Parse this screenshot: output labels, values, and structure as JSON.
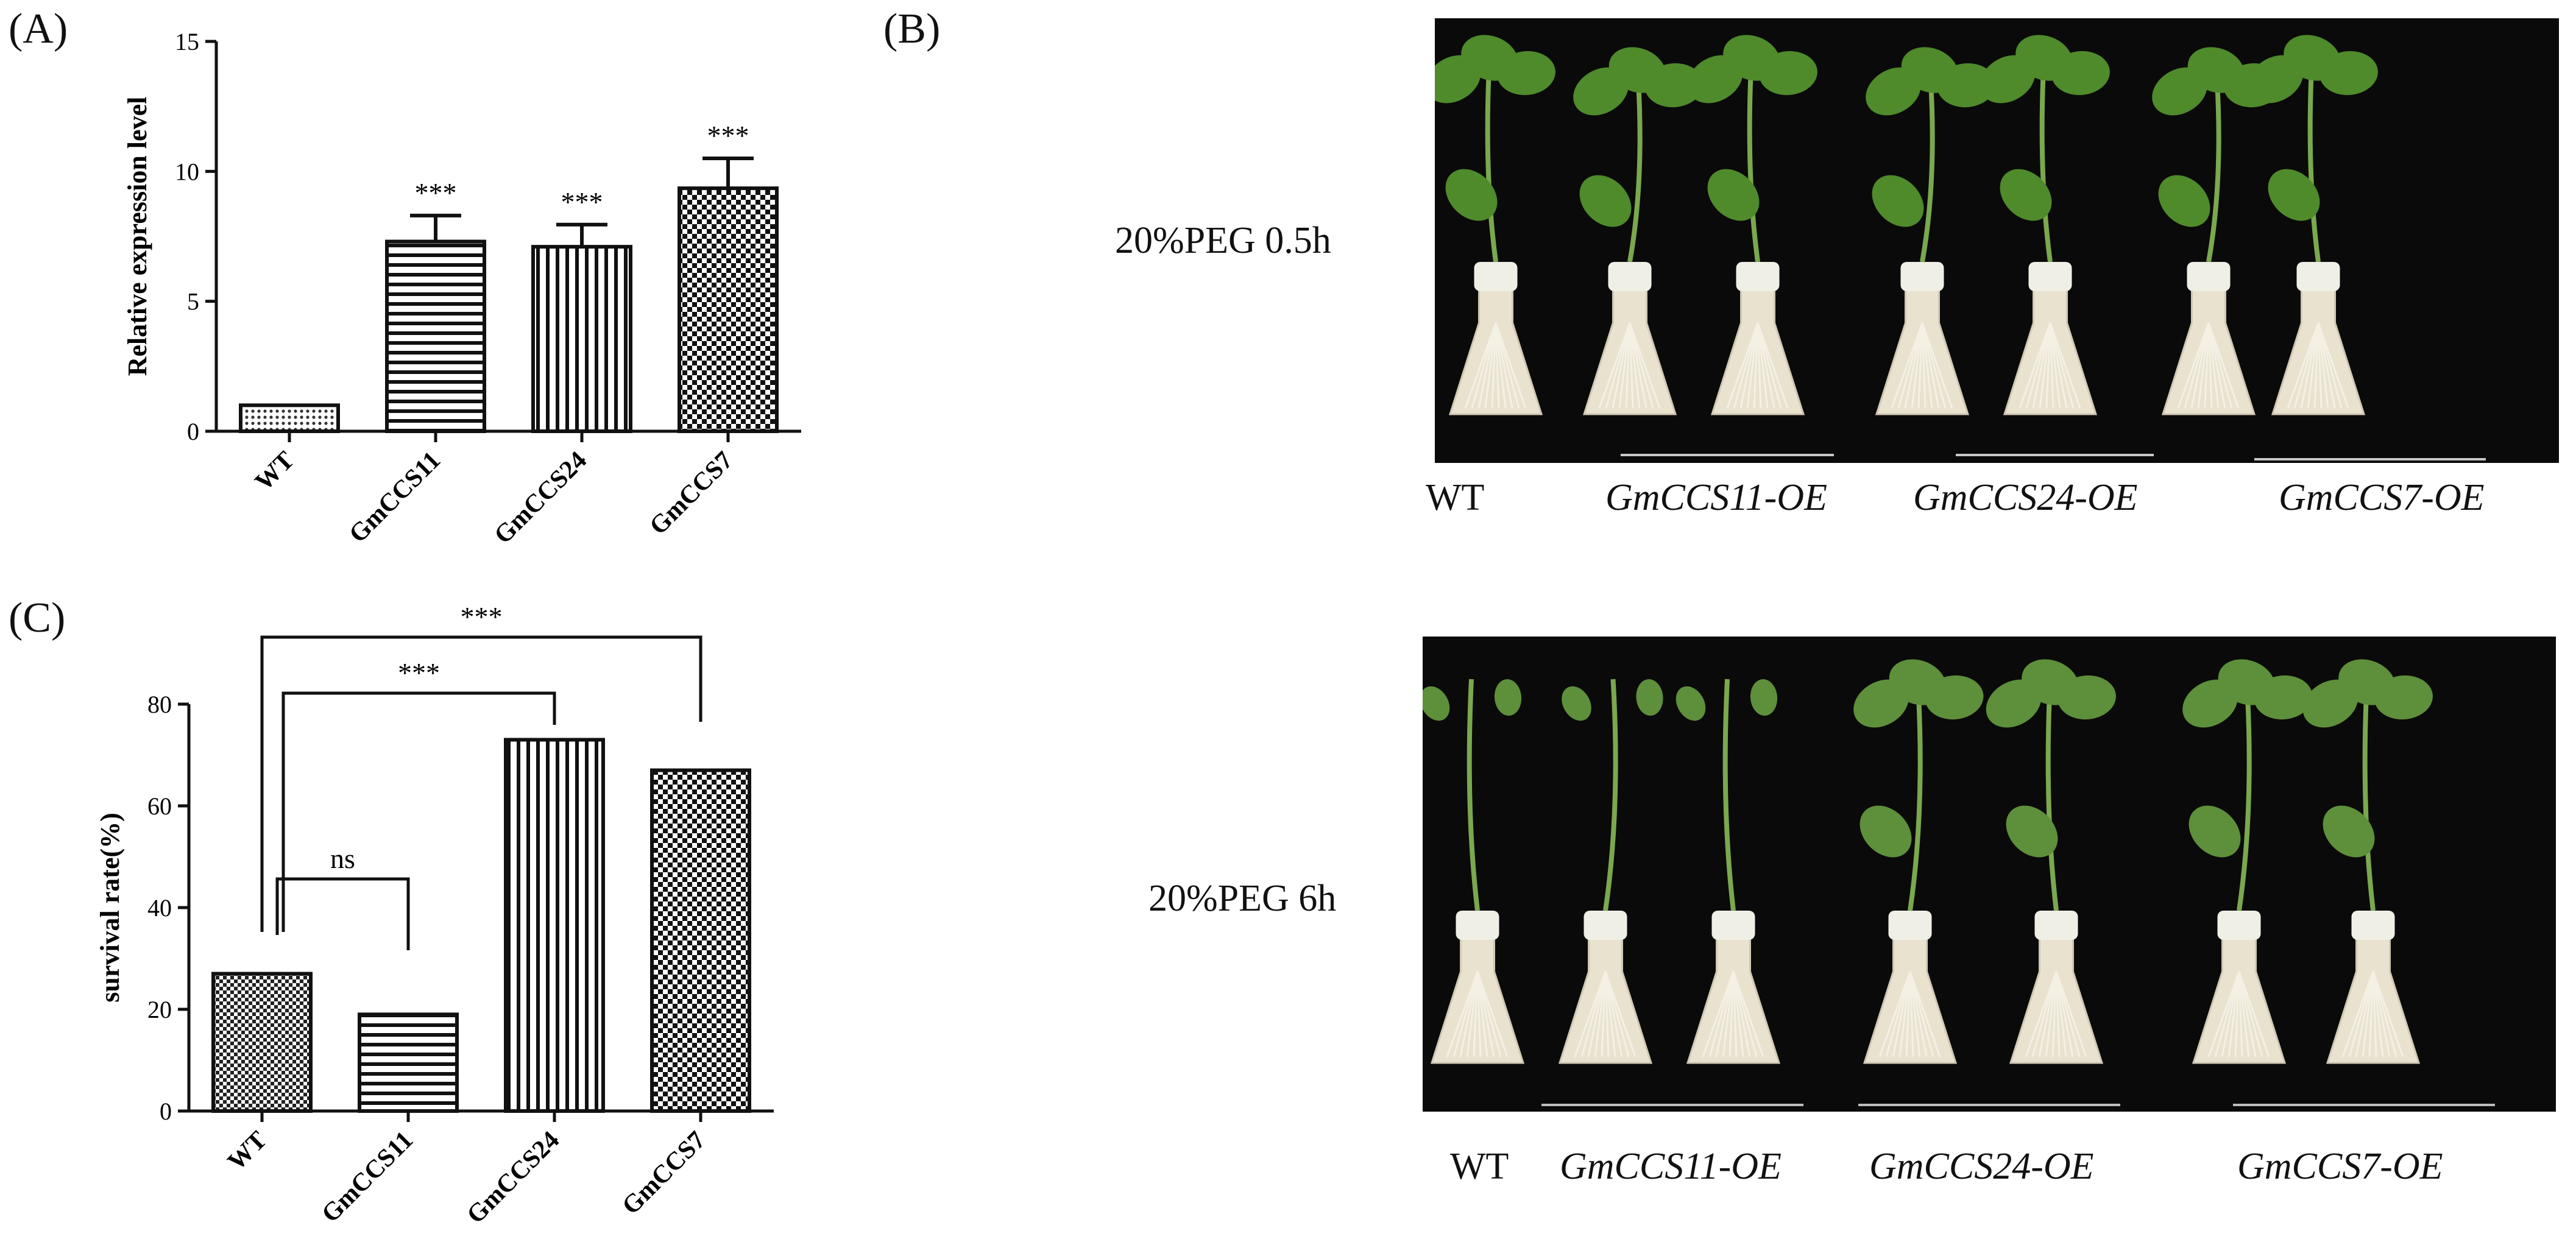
{
  "panels": {
    "a": "(A)",
    "b": "(B)",
    "c": "(C)"
  },
  "chart_data": [
    {
      "type": "bar",
      "categories": [
        "WT",
        "GmCCS11",
        "GmCCS24",
        "GmCCS7"
      ],
      "values": [
        1.0,
        7.3,
        7.1,
        9.35
      ],
      "errors": [
        0.0,
        1.0,
        0.85,
        1.15
      ],
      "significance": [
        "",
        "***",
        "***",
        "***"
      ],
      "patterns": [
        "dots",
        "hlines",
        "vlines",
        "checker"
      ],
      "xlabel": "",
      "ylabel": "Relative expression level",
      "ylim": [
        0,
        15
      ],
      "yticks": [
        0,
        5,
        10,
        15
      ],
      "grid": false
    },
    {
      "type": "bar",
      "categories": [
        "WT",
        "GmCCS11",
        "GmCCS24",
        "GmCCS7"
      ],
      "values": [
        27,
        19,
        73,
        67
      ],
      "patterns": [
        "checker-dots",
        "hlines",
        "vlines",
        "checker"
      ],
      "xlabel": "",
      "ylabel": "survival rate(%)",
      "ylim": [
        0,
        80
      ],
      "yticks": [
        0,
        20,
        40,
        60,
        80
      ],
      "grid": false,
      "comparisons": [
        {
          "from": "WT",
          "to": "GmCCS11",
          "label": "ns"
        },
        {
          "from": "WT",
          "to": "GmCCS24",
          "label": "***"
        },
        {
          "from": "WT",
          "to": "GmCCS7",
          "label": "***"
        }
      ]
    }
  ],
  "photos": [
    {
      "condition": "20%PEG 0.5h",
      "captions": [
        "WT",
        "GmCCS11-OE",
        "GmCCS24-OE",
        "GmCCS7-OE"
      ]
    },
    {
      "condition": "20%PEG 6h",
      "captions": [
        "WT",
        "GmCCS11-OE",
        "GmCCS24-OE",
        "GmCCS7-OE"
      ]
    }
  ]
}
